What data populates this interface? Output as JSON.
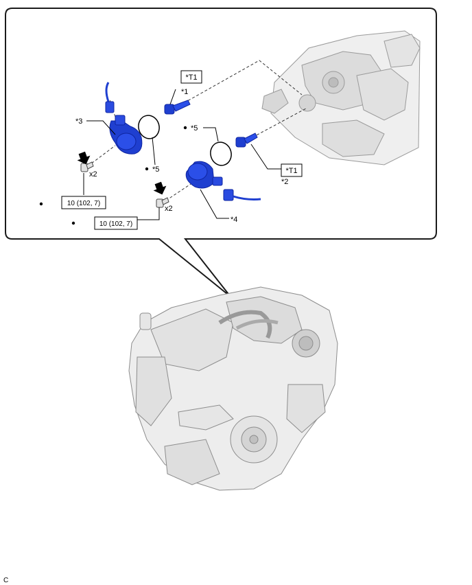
{
  "callouts": {
    "t1_a": "*T1",
    "t1_b": "*T1",
    "n1": "*1",
    "n2": "*2",
    "n3": "*3",
    "n4": "*4",
    "n5_a": "*5",
    "n5_b": "*5"
  },
  "quantities": {
    "left": "x2",
    "right": "x2"
  },
  "torque": {
    "left": "10 (102, 7)",
    "right": "10 (102, 7)"
  },
  "corner_code": "C",
  "colors": {
    "part_blue": "#1f3fd0",
    "part_blue_dark": "#0f25a0",
    "engine_gray": "#c8c8c8"
  }
}
